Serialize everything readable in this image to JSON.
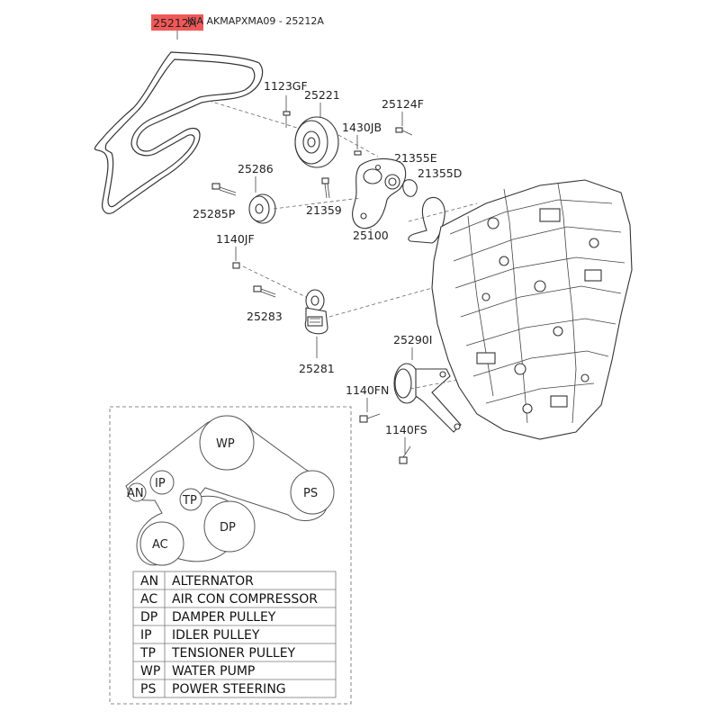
{
  "header": {
    "highlight_label": "25212A",
    "highlight_color": "#ee3b3b",
    "title": "KIA  AKMAPXMA09 - 25212A"
  },
  "callouts": {
    "c1123gf": "1123GF",
    "c25221": "25221",
    "c25124f": "25124F",
    "c1430jb": "1430JB",
    "c21355e": "21355E",
    "c21355d": "21355D",
    "c25286": "25286",
    "c25285p": "25285P",
    "c21359": "21359",
    "c25100": "25100",
    "c1140jf": "1140JF",
    "c25283": "25283",
    "c25281": "25281",
    "c25290i": "25290I",
    "c1140fn": "1140FN",
    "c1140fs": "1140FS"
  },
  "schematic": {
    "pulleys": {
      "wp": "WP",
      "an": "AN",
      "ip": "IP",
      "tp": "TP",
      "ps": "PS",
      "dp": "DP",
      "ac": "AC"
    }
  },
  "legend": [
    {
      "code": "AN",
      "name": "ALTERNATOR"
    },
    {
      "code": "AC",
      "name": "AIR CON COMPRESSOR"
    },
    {
      "code": "DP",
      "name": "DAMPER PULLEY"
    },
    {
      "code": "IP",
      "name": "IDLER PULLEY"
    },
    {
      "code": "TP",
      "name": "TENSIONER PULLEY"
    },
    {
      "code": "WP",
      "name": "WATER PUMP"
    },
    {
      "code": "PS",
      "name": "POWER STEERING"
    }
  ]
}
